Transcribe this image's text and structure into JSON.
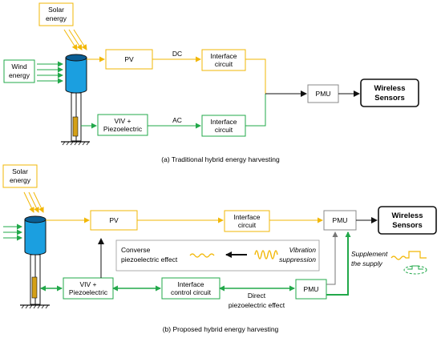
{
  "diagram_a": {
    "caption": "(a) Traditional hybrid energy harvesting",
    "solar_label": [
      "Solar",
      "energy"
    ],
    "wind_label": [
      "Wind",
      "energy"
    ],
    "pv_label": "PV",
    "dc_label": "DC",
    "ac_label": "AC",
    "interface_top": [
      "Interface",
      "circuit"
    ],
    "interface_bottom": [
      "Interface",
      "circuit"
    ],
    "viv_label": [
      "VIV +",
      "Piezoelectric"
    ],
    "pmu_label": "PMU",
    "wireless_label": [
      "Wireless",
      "Sensors"
    ]
  },
  "diagram_b": {
    "caption": "(b) Proposed hybrid energy harvesting",
    "solar_label": [
      "Solar",
      "energy"
    ],
    "pv_label": "PV",
    "interface_top": [
      "Interface",
      "circuit"
    ],
    "pmu_top_label": "PMU",
    "wireless_label": [
      "Wireless",
      "Sensors"
    ],
    "converse_label": [
      "Converse",
      "piezoelectric effect"
    ],
    "vibration_label": [
      "Vibration",
      "suppression"
    ],
    "viv_label": [
      "VIV +",
      "Piezoelectric"
    ],
    "interface_control": [
      "Interface",
      "control circuit"
    ],
    "direct_label": [
      "Direct",
      "piezoelectric effect"
    ],
    "pmu_bottom_label": "PMU",
    "supplement_label": [
      "Supplement",
      "the supply"
    ]
  },
  "colors": {
    "solar": "#f2b705",
    "wind_piezo": "#22a84a",
    "cylinder": "#1b9fe0",
    "cylinder_top": "#0a5e94",
    "piezo_patch": "#d4a017",
    "dark": "#111111",
    "grey_box": "#888888"
  }
}
